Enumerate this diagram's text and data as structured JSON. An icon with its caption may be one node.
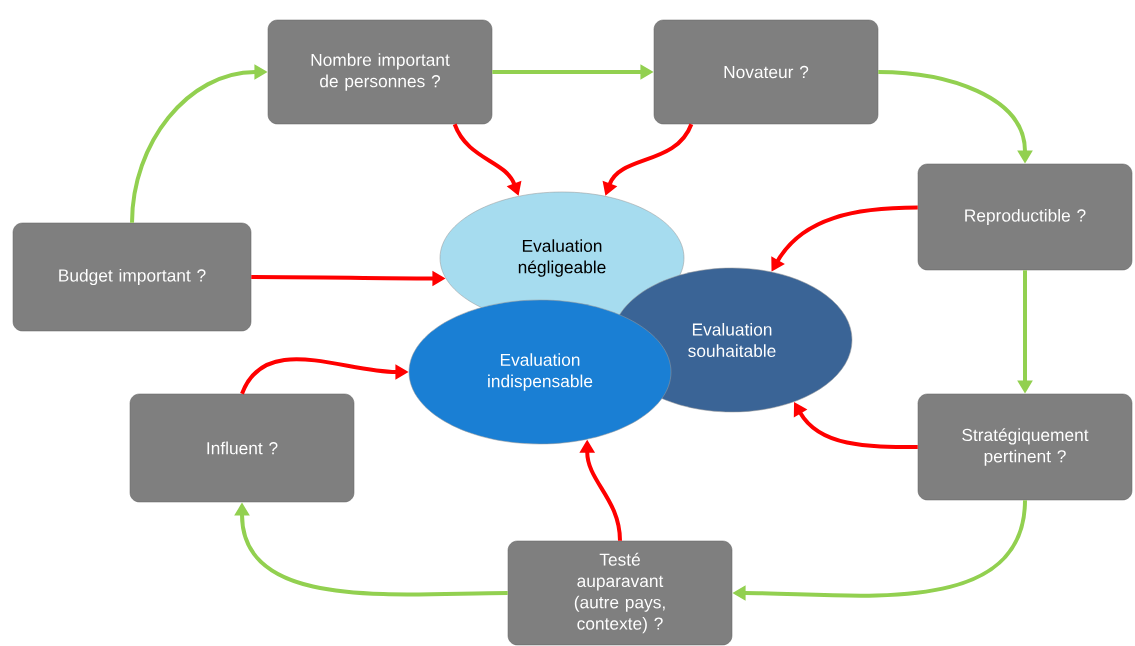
{
  "diagram": {
    "nodes": [
      {
        "text": [
          "Budget important ?"
        ]
      },
      {
        "text": [
          "Nombre important de personnes ?"
        ]
      },
      {
        "text": [
          "Novateur ?"
        ]
      },
      {
        "text": [
          "Reproductible ?"
        ]
      },
      {
        "text": [
          "Stratégiquement pertinent ?"
        ]
      },
      {
        "text": [
          "Testé auparavant (autre pays, contexte) ?"
        ]
      },
      {
        "text": [
          "Influent ?"
        ]
      },
      {
        "text": [
          "Evaluation négligeable"
        ]
      },
      {
        "text": [
          "Evaluation souhaitable"
        ]
      },
      {
        "text": [
          "Evaluation indispensable"
        ]
      }
    ],
    "edges": [
      {
        "from": 0,
        "to": 1,
        "arrow": "to",
        "color": "#92d050"
      },
      {
        "from": 1,
        "to": 2,
        "arrow": "to",
        "color": "#92d050"
      },
      {
        "from": 2,
        "to": 3,
        "arrow": "to",
        "color": "#92d050"
      },
      {
        "from": 3,
        "to": 4,
        "arrow": "to",
        "color": "#92d050"
      },
      {
        "from": 4,
        "to": 5,
        "arrow": "to",
        "color": "#92d050"
      },
      {
        "from": 5,
        "to": 6,
        "arrow": "to",
        "color": "#92d050"
      },
      {
        "from": 0,
        "to": 7,
        "arrow": "to"
      },
      {
        "from": 1,
        "to": 7,
        "arrow": "to"
      },
      {
        "from": 2,
        "to": 7,
        "arrow": "to"
      },
      {
        "from": 3,
        "to": 8,
        "arrow": "to"
      },
      {
        "from": 4,
        "to": 8,
        "arrow": "to"
      },
      {
        "from": 5,
        "to": 9,
        "arrow": "to"
      },
      {
        "from": 6,
        "to": 9,
        "arrow": "to"
      }
    ]
  }
}
